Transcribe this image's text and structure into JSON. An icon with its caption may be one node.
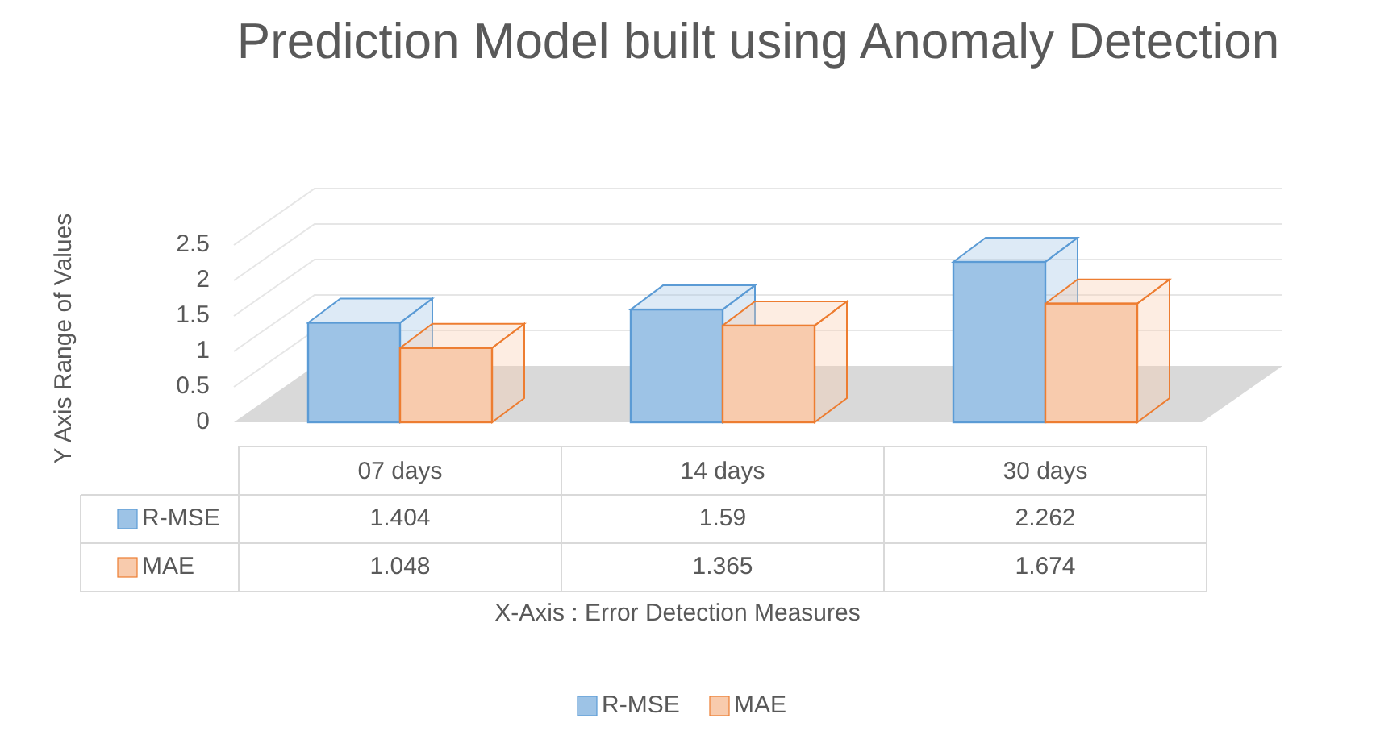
{
  "diagram": {
    "title": "Prediction Model built using Anomaly Detection",
    "legend": [
      {
        "text": "R-MSE",
        "color": "#9dc3e6"
      },
      {
        "text": "MAE",
        "color": "#f8cbad"
      }
    ],
    "chart_data": {
      "type": "bar",
      "xlabel": "X-Axis : Error Detection Measures",
      "ylabel": "Y Axis Range of Values",
      "categories": [
        "07 days",
        "14 days",
        "30 days"
      ],
      "series": [
        {
          "name": "R-MSE",
          "color": "#9dc3e6",
          "values": [
            1.404,
            1.59,
            2.262
          ]
        },
        {
          "name": "MAE",
          "color": "#f8cbad",
          "values": [
            1.048,
            1.365,
            1.674
          ]
        }
      ],
      "legend": "bottom",
      "ylim": [
        0,
        2.5
      ],
      "yticks": [
        0,
        0.5,
        1,
        1.5,
        2,
        2.5
      ],
      "data_labels": true
    }
  }
}
